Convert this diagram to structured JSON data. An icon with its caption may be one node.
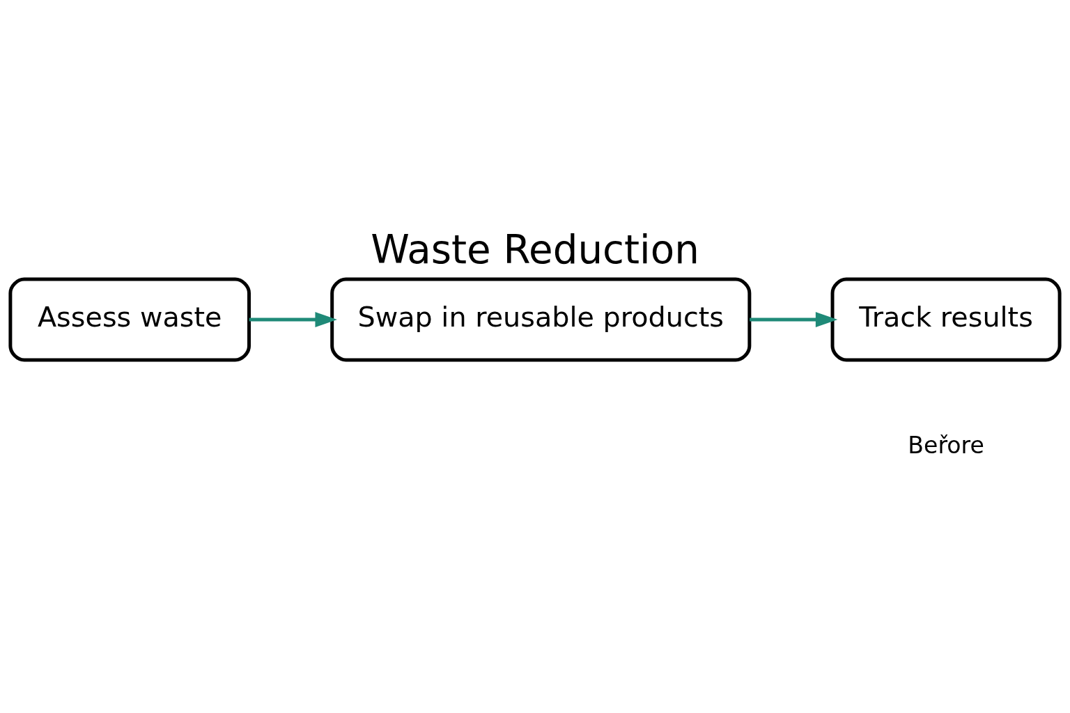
{
  "diagram": {
    "title": "Waste Reduction",
    "nodes": [
      {
        "text": [
          "Assess waste"
        ]
      },
      {
        "text": [
          "Swap in reusable products"
        ]
      },
      {
        "text": [
          "Track results"
        ]
      }
    ],
    "edges": [
      {
        "from": 0,
        "to": 1,
        "arrow": "to",
        "color": "#1f8a78"
      },
      {
        "from": 1,
        "to": 2,
        "arrow": "to",
        "color": "#1f8a78"
      }
    ],
    "labels": [
      "Beřore"
    ]
  }
}
